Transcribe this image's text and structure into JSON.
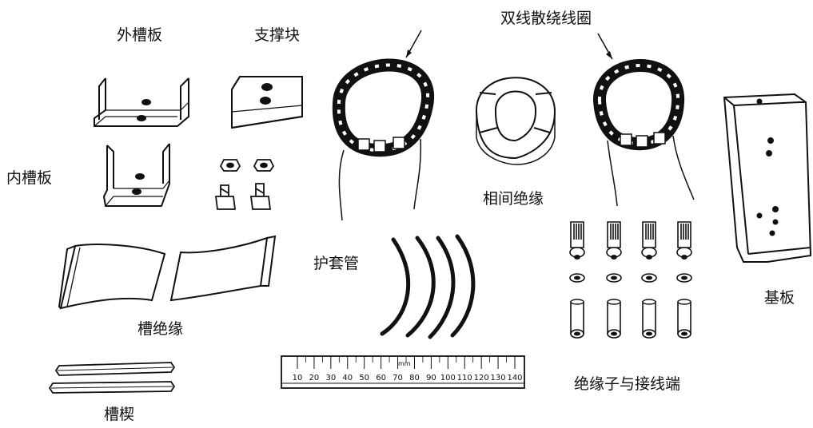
{
  "labels": {
    "outer_slot_plate": "外槽板",
    "support_block": "支撑块",
    "double_wire_coil": "双线散绕线圈",
    "inner_slot_plate": "内槽板",
    "phase_insulation": "相间绝缘",
    "base_plate": "基板",
    "protective_sleeve": "护套管",
    "slot_insulation": "槽绝缘",
    "slot_wedge": "槽楔",
    "insulator_terminal": "绝缘子与接线端"
  },
  "ruler": {
    "unit": "mm",
    "ticks": [
      "10",
      "20",
      "30",
      "40",
      "50",
      "60",
      "70",
      "80",
      "90",
      "100",
      "110",
      "120",
      "130",
      "140"
    ]
  },
  "colors": {
    "ink": "#111111",
    "paper": "#ffffff"
  }
}
